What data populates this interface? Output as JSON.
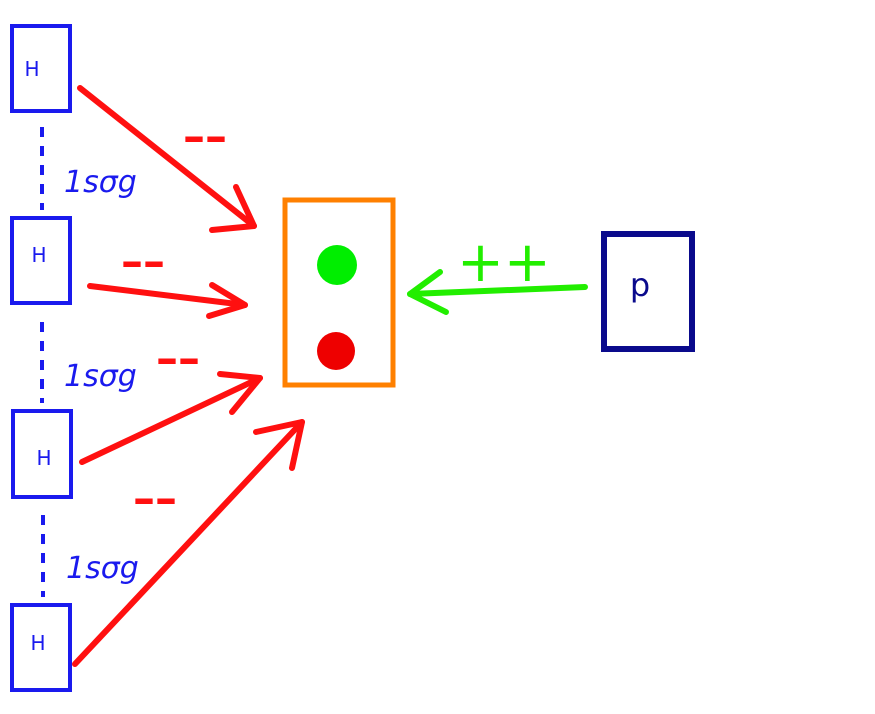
{
  "h_label": "H",
  "p_label": "p",
  "bond_label": "1sσg",
  "minus_label": "––",
  "plus_label": "++",
  "colors": {
    "h_box": "#1a1aee",
    "p_box": "#0a0a8c",
    "center_box": "#ff8000",
    "red_arrow": "#ff1010",
    "green_arrow": "#22ee00",
    "dot_top": "#00ee00",
    "dot_bottom": "#ee0000",
    "bond_line": "#1a1aee"
  },
  "h_atoms": [
    {
      "label": "H"
    },
    {
      "label": "H"
    },
    {
      "label": "H"
    },
    {
      "label": "H"
    }
  ],
  "bonds": [
    {
      "label": "1sσg"
    },
    {
      "label": "1sσg"
    },
    {
      "label": "1sσg"
    }
  ],
  "minus_marks": [
    {
      "label": "––"
    },
    {
      "label": "––"
    },
    {
      "label": "––"
    },
    {
      "label": "––"
    }
  ]
}
